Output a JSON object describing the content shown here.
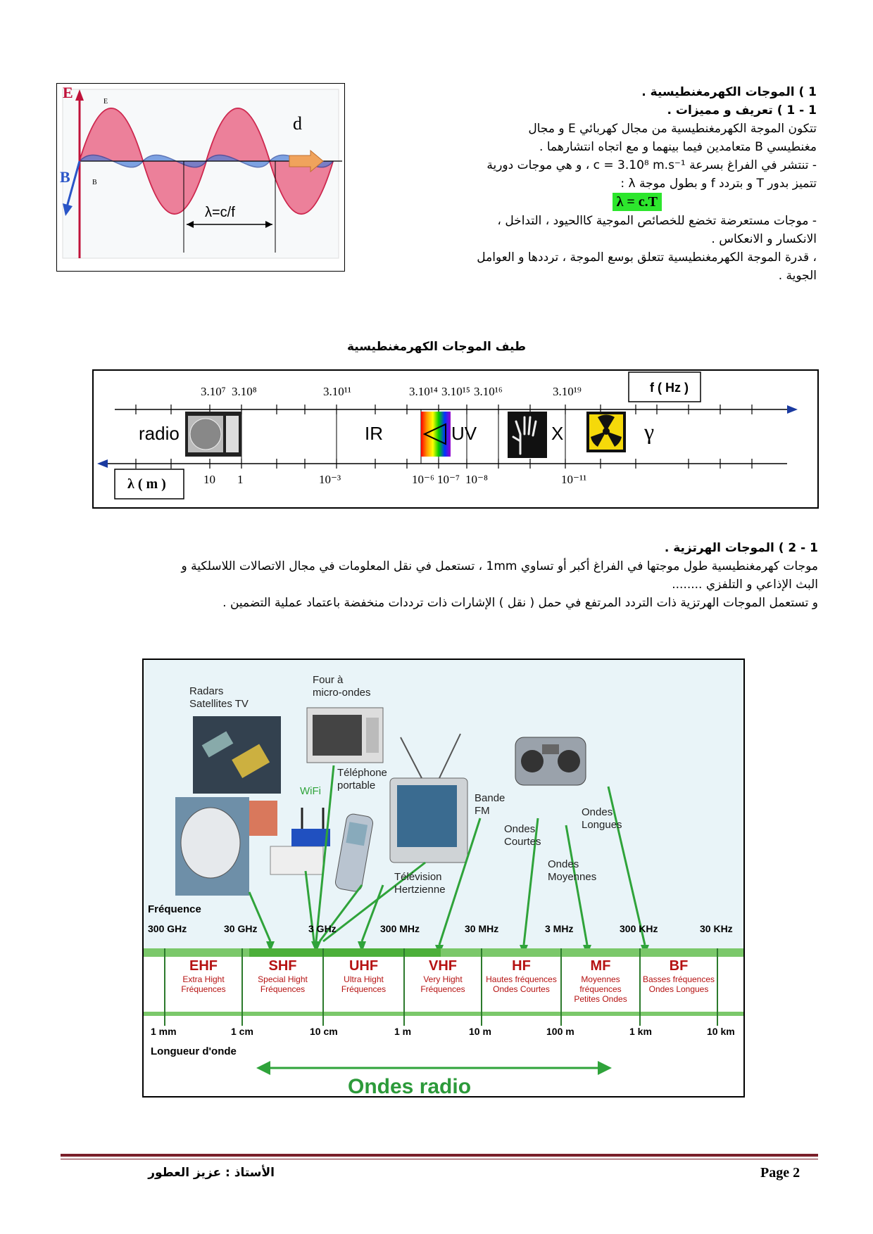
{
  "section1": {
    "title": "1 ) الموجات الكهرمغنطيسية .",
    "sub": "1 - 1 ) تعريف و مميزات .",
    "lines": [
      "تتكون الموجة الكهرمغنطيسية من مجال كهربائي E و مجال",
      "مغنطيسي B متعامدين فيما بينهما و مع اتجاه انتشارهما .",
      "- تنتشر في الفراغ بسرعة c = 3.10⁸ m.s⁻¹ ، و هي موجات دورية",
      "تتميز بدور T و بتردد f و بطول موجة λ :"
    ],
    "formula": "λ = c.T",
    "lines2": [
      "- موجات مستعرضة تخضع للخصائص الموجية كاالحيود ، التداخل ،",
      "الانكسار و الانعكاس .",
      "، قدرة الموجة الكهرمغنطيسية تتعلق بوسع الموجة ، ترددها و العوامل",
      "الجوية ."
    ]
  },
  "wave_fig": {
    "E": "E",
    "B": "B",
    "e": "E",
    "b": "B",
    "d": "d",
    "lambda": "λ=c/f"
  },
  "spectrum": {
    "title": "طيف الموجات الكهرمغنطيسية",
    "f_label": "f ( Hz )",
    "lambda_label": "λ ( m )",
    "freq_ticks": [
      "3.10⁷",
      "3.10⁸",
      "3.10¹¹",
      "3.10¹⁴",
      "3.10¹⁵",
      "3.10¹⁶",
      "3.10¹⁹"
    ],
    "wl_ticks": [
      "10",
      "1",
      "10⁻³",
      "10⁻⁶",
      "10⁻⁷",
      "10⁻⁸",
      "10⁻¹¹"
    ],
    "regions": [
      "radio",
      "IR",
      "UV",
      "X",
      "γ"
    ]
  },
  "section2": {
    "title": "1 - 2 ) الموجات الهرتزية .",
    "lines": [
      "موجات كهرمغنطيسية طول موجتها في الفراغ أكبر أو تساوي 1mm ، تستعمل في نقل المعلومات في مجال الاتصالات اللاسلكية و",
      "البث الإذاعي و التلفزي ........",
      "و تستعمل الموجات الهرتزية ذات التردد المرتفع في حمل ( نقل ) الإشارات ذات ترددات منخفضة باعتماد عملية التضمين ."
    ]
  },
  "radio_fig": {
    "apps": [
      "Radars\nSatellites TV",
      "Four à\nmicro-ondes",
      "WiFi",
      "Téléphone\nportable",
      "Télévision\nHertzienne",
      "Bande\nFM",
      "Ondes\nCourtes",
      "Ondes\nMoyennes",
      "Ondes\nLongues"
    ],
    "freq_title": "Fréquence",
    "freqs": [
      "300 GHz",
      "30 GHz",
      "3 GHz",
      "300 MHz",
      "30 MHz",
      "3 MHz",
      "300 KHz",
      "30 KHz"
    ],
    "bands": [
      {
        "code": "EHF",
        "desc": "Extra Hight\nFréquences"
      },
      {
        "code": "SHF",
        "desc": "Special Hight\nFréquences"
      },
      {
        "code": "UHF",
        "desc": "Ultra Hight\nFréquences"
      },
      {
        "code": "VHF",
        "desc": "Very Hight\nFréquences"
      },
      {
        "code": "HF",
        "desc": "Hautes fréquences\nOndes Courtes"
      },
      {
        "code": "MF",
        "desc": "Moyennes\nfréquences\nPetites Ondes"
      },
      {
        "code": "BF",
        "desc": "Basses fréquences\nOndes Longues"
      }
    ],
    "wavelengths": [
      "1 mm",
      "1 cm",
      "10 cm",
      "1 m",
      "10 m",
      "100 m",
      "1 km",
      "10 km"
    ],
    "wl_title": "Longueur d'onde",
    "ondes": "Ondes radio",
    "colors": {
      "band_green": "#4caf3a",
      "band_red": "#b51212",
      "arrow_green": "#2fa33a",
      "bg": "#e8f3f7"
    }
  },
  "footer": {
    "page": "Page 2",
    "author": "الأستاذ : عزيز العطور"
  }
}
